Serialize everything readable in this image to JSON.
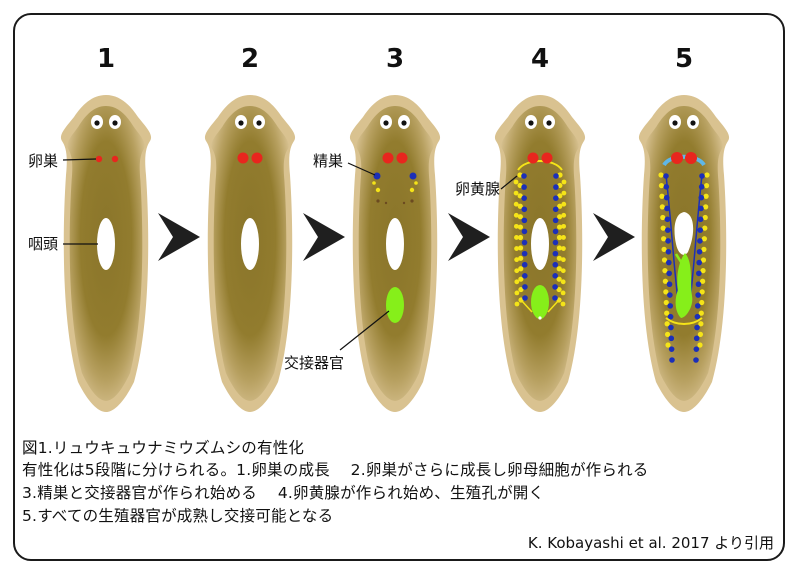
{
  "stages": [
    {
      "number": "1"
    },
    {
      "number": "2"
    },
    {
      "number": "3"
    },
    {
      "number": "4"
    },
    {
      "number": "5"
    }
  ],
  "labels": {
    "ovary": "卵巣",
    "pharynx": "咽頭",
    "testis": "精巣",
    "copulatory_organ": "交接器官",
    "vitellaria": "卵黄腺"
  },
  "caption": {
    "title": "図1.リュウキュウナミウズムシの有性化",
    "line1": "有性化は5段階に分けられる。1.卵巣の成長　 2.卵巣がさらに成長し卵母細胞が作られる",
    "line2": "3.精巣と交接器官が作られ始める　 4.卵黄腺が作られ始め、生殖孔が開く",
    "line3": "5.すべての生殖器官が成熟し交接可能となる"
  },
  "credit": "K. Kobayashi et al. 2017 より引用",
  "colors": {
    "body_outer": "#d9c290",
    "body_inner": "#8f7a2b",
    "ovary": "#e8261e",
    "testis": "#1c2fb8",
    "vitellaria": "#f5e418",
    "copulatory": "#86ef1a",
    "pharynx": "#ffffff",
    "arrow": "#1f1f1f",
    "oviduct_cap": "#5fb7e8"
  }
}
